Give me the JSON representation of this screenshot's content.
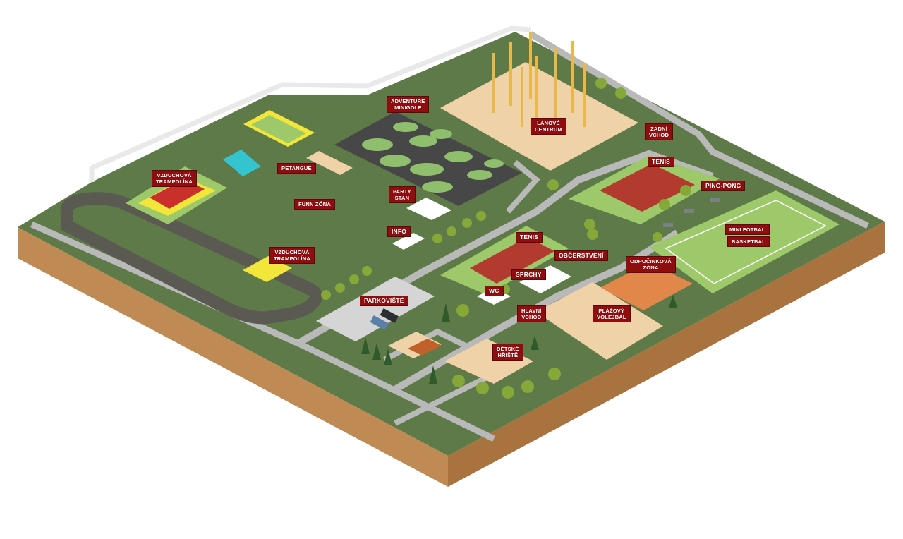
{
  "map": {
    "labels": {
      "adventure_minigolf": "ADVENTURE\nMINIGOLF",
      "lanove_centrum": "LANOVÉ\nCENTRUM",
      "zadni_vchod": "ZADNÍ\nVCHOD",
      "tenis_1": "TENIS",
      "ping_pong": "PING-PONG",
      "vzduchova_trampolina_1": "VZDUCHOVÁ\nTRAMPOLÍNA",
      "petangue": "PETANGUE",
      "funn_zona": "FUNN ZÓNA",
      "party_stan": "PARTY\nSTAN",
      "info": "INFO",
      "mini_fotbal": "MINI FOTBAL",
      "basketbal": "BASKETBAL",
      "tenis_2": "TENIS",
      "obcerstveni": "OBČERSTVENÍ",
      "vzduchova_trampolina_2": "VZDUCHOVÁ\nTRAMPOLÍNA",
      "odpocinkova_zona": "ODPOČINKOVÁ\nZÓNA",
      "sprchy": "SPRCHY",
      "parkoviste": "PARKOVIŠTĚ",
      "wc": "WC",
      "hlavni_vchod": "HLAVNÍ\nVCHOD",
      "plazovy_volejbal": "PLÁŽOVÝ\nVOLEJBAL",
      "detske_hriste": "DĚTSKÉ\nHŘIŠTĚ"
    },
    "colors": {
      "label_bg": "#8e0d0f",
      "grass": "#5e7a48",
      "light_grass": "#9ec96a",
      "path": "#b9b9b9",
      "soil": "#c08a55",
      "sand": "#f0d2a8",
      "clay": "#b23a2e",
      "trampoline_yellow": "#f2e63a",
      "trampoline_red": "#c9302c"
    }
  }
}
